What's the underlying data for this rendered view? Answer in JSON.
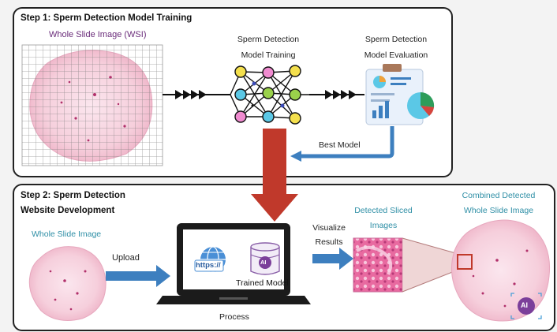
{
  "step1": {
    "title": "Step 1: Sperm Detection Model Training",
    "wsi_label": "Whole Slide Image (WSI)",
    "training_label": [
      "Sperm Detection",
      "Model Training"
    ],
    "evaluation_label": [
      "Sperm Detection",
      "Model Evaluation"
    ],
    "best_model": "Best Model"
  },
  "step2": {
    "title": [
      "Step 2: Sperm Detection",
      "Website Development"
    ],
    "wsi_label": "Whole Slide Image",
    "upload": "Upload",
    "https": "https://",
    "ai": "AI",
    "trained_model": "Trained Model",
    "process": "Process",
    "visualize": [
      "Visualize",
      "Results"
    ],
    "sliced": [
      "Detected Sliced",
      "Images"
    ],
    "combined": [
      "Combined Detected",
      "Whole Slide Image"
    ],
    "ai_badge": "AI"
  },
  "colors": {
    "arrow_blue": "#3d7fbf",
    "arrow_red": "#c0392b",
    "node_colors": [
      "#f4e04d",
      "#9ad14b",
      "#f08bd0",
      "#5bc8e6",
      "#3b4cb8",
      "#8fd34a"
    ]
  }
}
